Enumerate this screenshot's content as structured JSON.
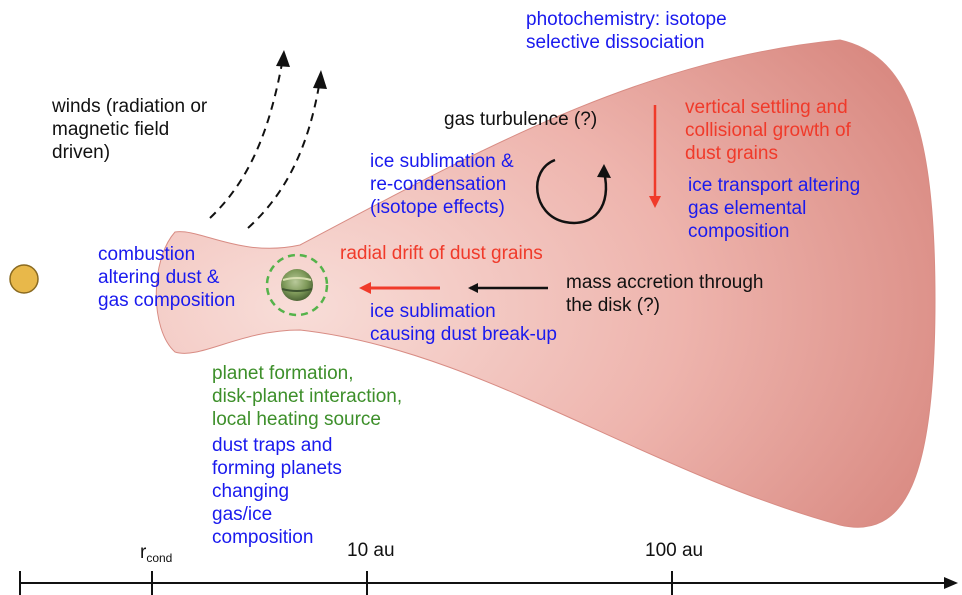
{
  "labels": {
    "photochemistry": "photochemistry: isotope\nselective dissociation",
    "winds": "winds (radiation or\nmagnetic field\ndriven)",
    "gas_turbulence": "gas turbulence (?)",
    "vertical_settling": "vertical settling and\ncollisional growth of\ndust grains",
    "ice_sublimation_recondensation": "ice sublimation &\nre-condensation\n(isotope effects)",
    "ice_transport": "ice transport altering\ngas elemental\ncomposition",
    "combustion": "combustion\naltering dust &\ngas composition",
    "radial_drift": "radial drift of dust grains",
    "mass_accretion": "mass accretion through\nthe disk (?)",
    "ice_sublimation_breakup": "ice sublimation\ncausing dust break-up",
    "planet_formation": "planet formation,\ndisk-planet interaction,\nlocal heating source",
    "dust_traps": "dust traps and\nforming planets\nchanging\ngas/ice\ncomposition"
  },
  "axis": {
    "r_main": "r",
    "r_sub": "cond",
    "tick_10au": "10 au",
    "tick_100au": "100 au"
  },
  "colors": {
    "disk": "#e9a59d",
    "star": "#e8b84a",
    "blue_text": "#1a1aee",
    "red_text": "#f03a2a",
    "green_text": "#3d8f2a"
  }
}
